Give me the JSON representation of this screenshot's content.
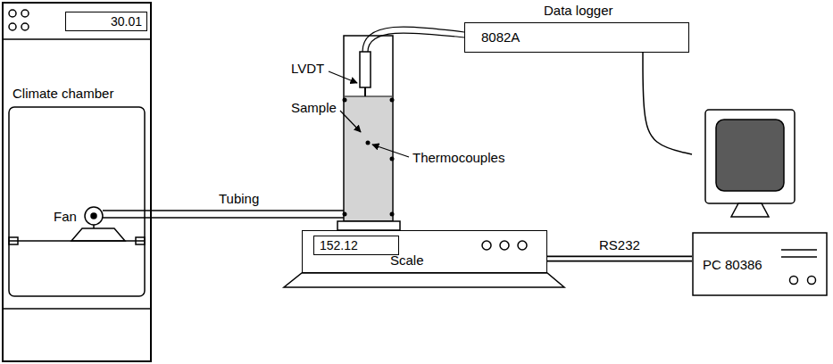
{
  "diagram": {
    "nodes": [
      {
        "text": [
          "Climate chamber"
        ]
      },
      {
        "text": [
          "30.01"
        ],
        "in": 0
      },
      {
        "text": [
          "Data logger",
          "8082A"
        ]
      },
      {
        "text": [
          "Scale"
        ]
      },
      {
        "text": [
          "152.12"
        ],
        "in": 3
      },
      {
        "text": [
          "PC 80386"
        ]
      }
    ],
    "edges": [
      {
        "from": 2,
        "to": 5,
        "arrow": "none"
      },
      {
        "from": 3,
        "to": 5,
        "label": "RS232",
        "arrow": "none"
      }
    ],
    "labels": [
      "LVDT",
      "Sample",
      "Thermocouples",
      "Fan",
      "Tubing"
    ]
  }
}
